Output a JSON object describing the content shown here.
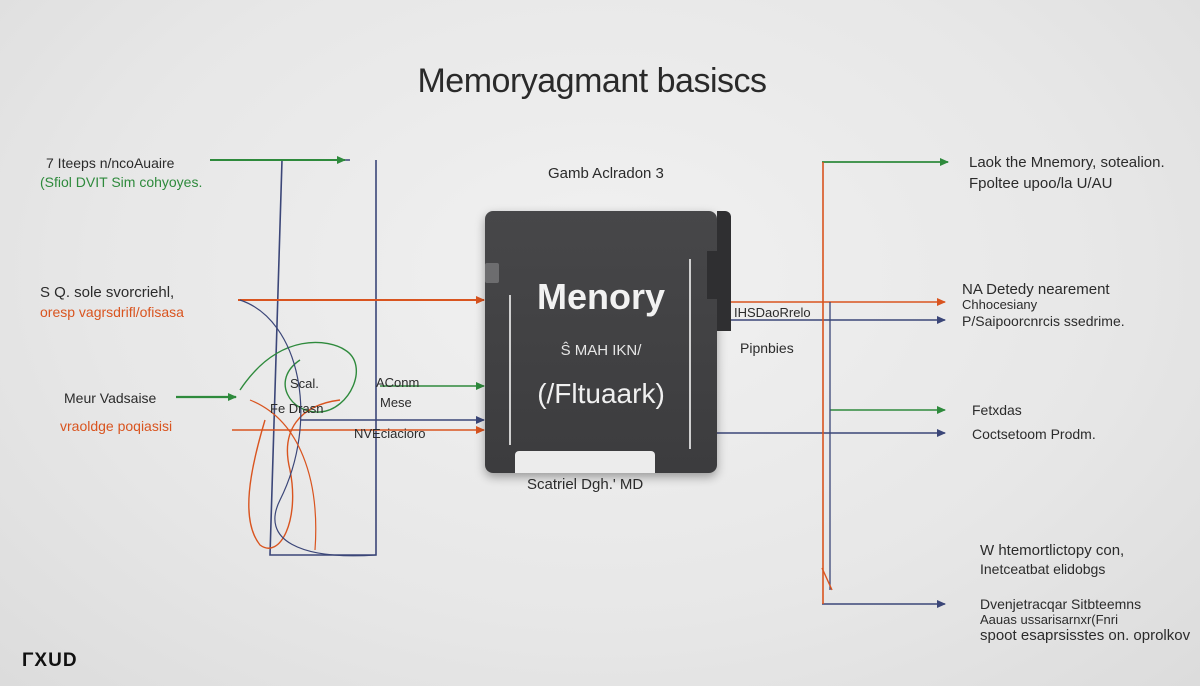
{
  "title": "Memoryagmant basiscs",
  "chip": {
    "top_label": "Gamb Aclradon 3",
    "title": "Menory",
    "subtitle": "Ŝ MAH IKN/",
    "inner_label": "(/Fltuaark)",
    "bottom_label": "Scatriel Dgh.' MD"
  },
  "left_labels": {
    "top_line1": "7 Iteeps n/ncoAuaire",
    "top_line2": "(Sfiol DVIT Sim cohyoyes.",
    "mid_line1": "S Q. sole svorcriehl,",
    "mid_line2": "oresp vagrsdrifl/ofisasa",
    "low_line1": "Meur Vadsaise",
    "low_line2": "vraoldge poqiasisi",
    "small_1": "Scal.",
    "small_2": "Fe Drasn",
    "small_3": "AConm",
    "small_4": "Mese",
    "small_5": "NVEciacioro"
  },
  "right_labels": {
    "top_line1": "Laok the Mnemory, sotealion.",
    "top_line2": "Fpoltee upoo/la U/AU",
    "mid_line1": "NA Detedy nearement",
    "mid_line2": "Chhocesiany",
    "mid_line3": "P/Saipoorcnrcis ssedrime.",
    "near_chip_1": "IHSDaoRrelo",
    "near_chip_2": "Pipnbies",
    "line4": "Fetxdas",
    "line5": "Coctsetoom Prodm.",
    "low_line1": "W htemortlictopy con,",
    "low_line2": "Inetceatbat elidobgs",
    "bottom_line1": "Dvenjetracqar Sitbteemns",
    "bottom_line2": "Aauas ussarisarnxr(Fnri",
    "bottom_line3": "spoot esaprsisstes on. oprolkov"
  },
  "logo": "ΓXUD",
  "colors": {
    "green": "#2e8a3c",
    "orange": "#d9541f",
    "navy": "#3b4678",
    "chip": "#434345"
  }
}
